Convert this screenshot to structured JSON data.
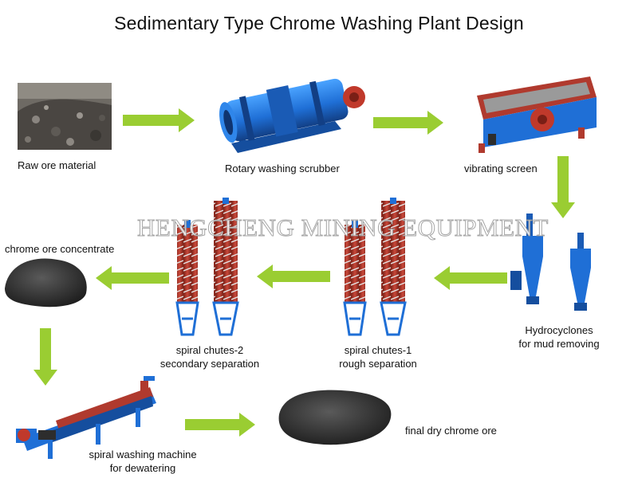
{
  "title": "Sedimentary Type Chrome Washing Plant Design",
  "watermark": "HENGCHENG MINING EQUIPMENT",
  "steps": {
    "raw_ore": {
      "label": "Raw ore material"
    },
    "scrubber": {
      "label": "Rotary washing scrubber"
    },
    "screen": {
      "label": "vibrating screen"
    },
    "hydrocyclones": {
      "line1": "Hydrocyclones",
      "line2": "for mud removing"
    },
    "spiral1": {
      "line1": "spiral chutes-1",
      "line2": "rough separation"
    },
    "spiral2": {
      "line1": "spiral chutes-2",
      "line2": "secondary separation"
    },
    "concentrate": {
      "label": "chrome ore concentrate"
    },
    "dewatering": {
      "line1": "spiral washing machine",
      "line2": "for dewatering"
    },
    "final": {
      "label": "final dry chrome ore"
    }
  },
  "colors": {
    "arrow": "#9acd32",
    "machine_blue": "#1f6fd6",
    "machine_dark": "#154e9e",
    "spiral_red": "#b03a2e",
    "ore": "#3a3a3a"
  }
}
